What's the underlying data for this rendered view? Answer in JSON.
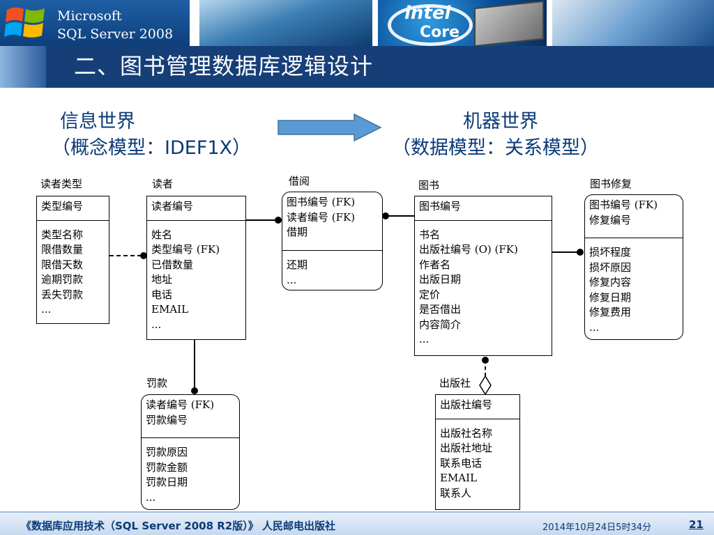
{
  "header": {
    "brand_line1": "Microsoft",
    "brand_line2": "SQL Server 2008",
    "banner_intel": "intel",
    "banner_core": "Core",
    "title": "二、图书管理数据库逻辑设计"
  },
  "subtitles": {
    "info_world": "信息世界",
    "info_model": "（概念模型：IDEF1X）",
    "machine_world": "机器世界",
    "machine_model": "（数据模型：关系模型）"
  },
  "entities": {
    "reader_type": {
      "label": "读者类型",
      "keys": [
        "类型编号"
      ],
      "attrs": [
        "类型名称",
        "限借数量",
        "限借天数",
        "逾期罚款",
        "丢失罚款",
        "..."
      ]
    },
    "reader": {
      "label": "读者",
      "keys": [
        "读者编号"
      ],
      "attrs": [
        "姓名",
        "类型编号 (FK)",
        "已借数量",
        "地址",
        "电话",
        "EMAIL",
        "..."
      ]
    },
    "borrow": {
      "label": "借阅",
      "keys": [
        "图书编号 (FK)",
        "读者编号 (FK)",
        "借期"
      ],
      "attrs": [
        "还期",
        "..."
      ]
    },
    "book": {
      "label": "图书",
      "keys": [
        "图书编号"
      ],
      "attrs": [
        "书名",
        "出版社编号 (O) (FK)",
        "作者名",
        "出版日期",
        "定价",
        "是否借出",
        "内容简介",
        "..."
      ]
    },
    "book_repair": {
      "label": "图书修复",
      "keys": [
        "图书编号 (FK)",
        "修复编号"
      ],
      "attrs": [
        "损坏程度",
        "损坏原因",
        "修复内容",
        "修复日期",
        "修复费用",
        "..."
      ]
    },
    "fine": {
      "label": "罚款",
      "keys": [
        "读者编号 (FK)",
        "罚款编号"
      ],
      "attrs": [
        "罚款原因",
        "罚款金额",
        "罚款日期",
        "..."
      ]
    },
    "publisher": {
      "label": "出版社",
      "keys": [
        "出版社编号"
      ],
      "attrs": [
        "出版社名称",
        "出版社地址",
        "联系电话",
        "EMAIL",
        "联系人"
      ]
    }
  },
  "footer": {
    "book_title": "《数据库应用技术（SQL Server 2008 R2版）》 人民邮电出版社",
    "date": "2014年10月24日5时34分",
    "page": "21"
  },
  "colors": {
    "title_bar": "#163f78",
    "subtitle_text": "#0b3a78",
    "arrow_fill": "#5b9bd5"
  }
}
